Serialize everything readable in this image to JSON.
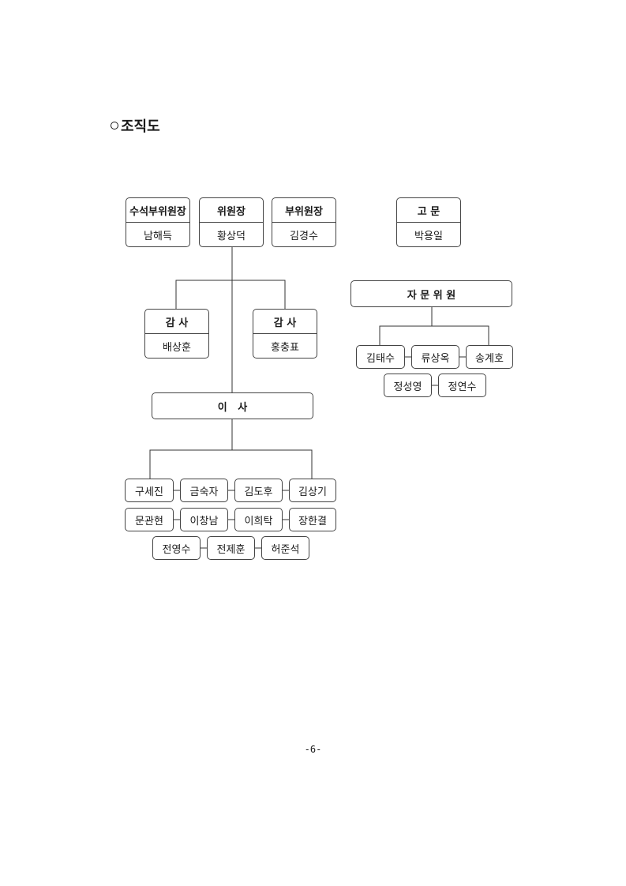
{
  "heading": "조직도",
  "top_officers": [
    {
      "title": "수석부위원장",
      "name": "남해득"
    },
    {
      "title": "위원장",
      "name": "황상덕"
    },
    {
      "title": "부위원장",
      "name": "김경수"
    }
  ],
  "advisor": {
    "title": "고 문",
    "name": "박용일"
  },
  "auditors": [
    {
      "title": "감 사",
      "name": "배상훈"
    },
    {
      "title": "감 사",
      "name": "홍충표"
    }
  ],
  "directors": {
    "title": "이   사",
    "members": [
      "구세진",
      "금숙자",
      "김도후",
      "김상기",
      "문관현",
      "이창남",
      "이희탁",
      "장한결",
      "전영수",
      "전제훈",
      "허준석"
    ]
  },
  "advisory_committee": {
    "title": "자 문 위 원",
    "members": [
      "김태수",
      "류상옥",
      "송계호",
      "정성영",
      "정연수"
    ]
  },
  "page_number": "-6-"
}
